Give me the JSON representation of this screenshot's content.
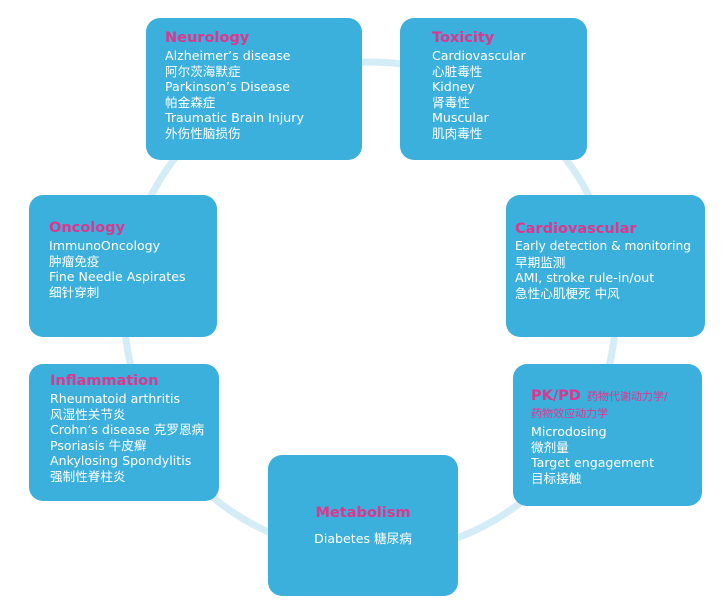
{
  "colors": {
    "card": "#3bb0dc",
    "title": "#e0358c",
    "text": "#ffffff",
    "ring": "#d3ecf6"
  },
  "cards": {
    "neurology": {
      "title": "Neurology",
      "lines": [
        "Alzheimer’s disease",
        "阿尔茨海默症",
        "Parkinson’s Disease",
        "帕金森症",
        "Traumatic Brain Injury",
        "外伤性脑损伤"
      ]
    },
    "toxicity": {
      "title": "Toxicity",
      "lines": [
        "Cardiovascular",
        "心脏毒性",
        "Kidney",
        "肾毒性",
        "Muscular",
        "肌肉毒性"
      ]
    },
    "oncology": {
      "title": "Oncology",
      "lines": [
        "ImmunoOncology",
        "肿瘤免疫",
        "Fine Needle Aspirates",
        "细针穿刺"
      ]
    },
    "cardiovascular": {
      "title": "Cardiovascular",
      "lines": [
        "Early detection & monitoring",
        "早期监测",
        "AMI, stroke rule-in/out",
        "急性心肌梗死 中风"
      ]
    },
    "inflammation": {
      "title": "Inflammation",
      "lines": [
        "Rheumatoid arthritis",
        "风湿性关节炎",
        "Crohn’s disease 克罗恩病",
        "Psoriasis 牛皮癣",
        "Ankylosing Spondylitis",
        "强制性脊柱炎"
      ]
    },
    "pkpd": {
      "title": "PK/PD",
      "subtitle": "药物代谢动力学/",
      "subtitle2": "药物效应动力学",
      "lines": [
        "Microdosing",
        "微剂量",
        "Target engagement",
        "目标接触"
      ]
    },
    "metabolism": {
      "title": "Metabolism",
      "lines": [
        "Diabetes 糖尿病"
      ]
    }
  }
}
